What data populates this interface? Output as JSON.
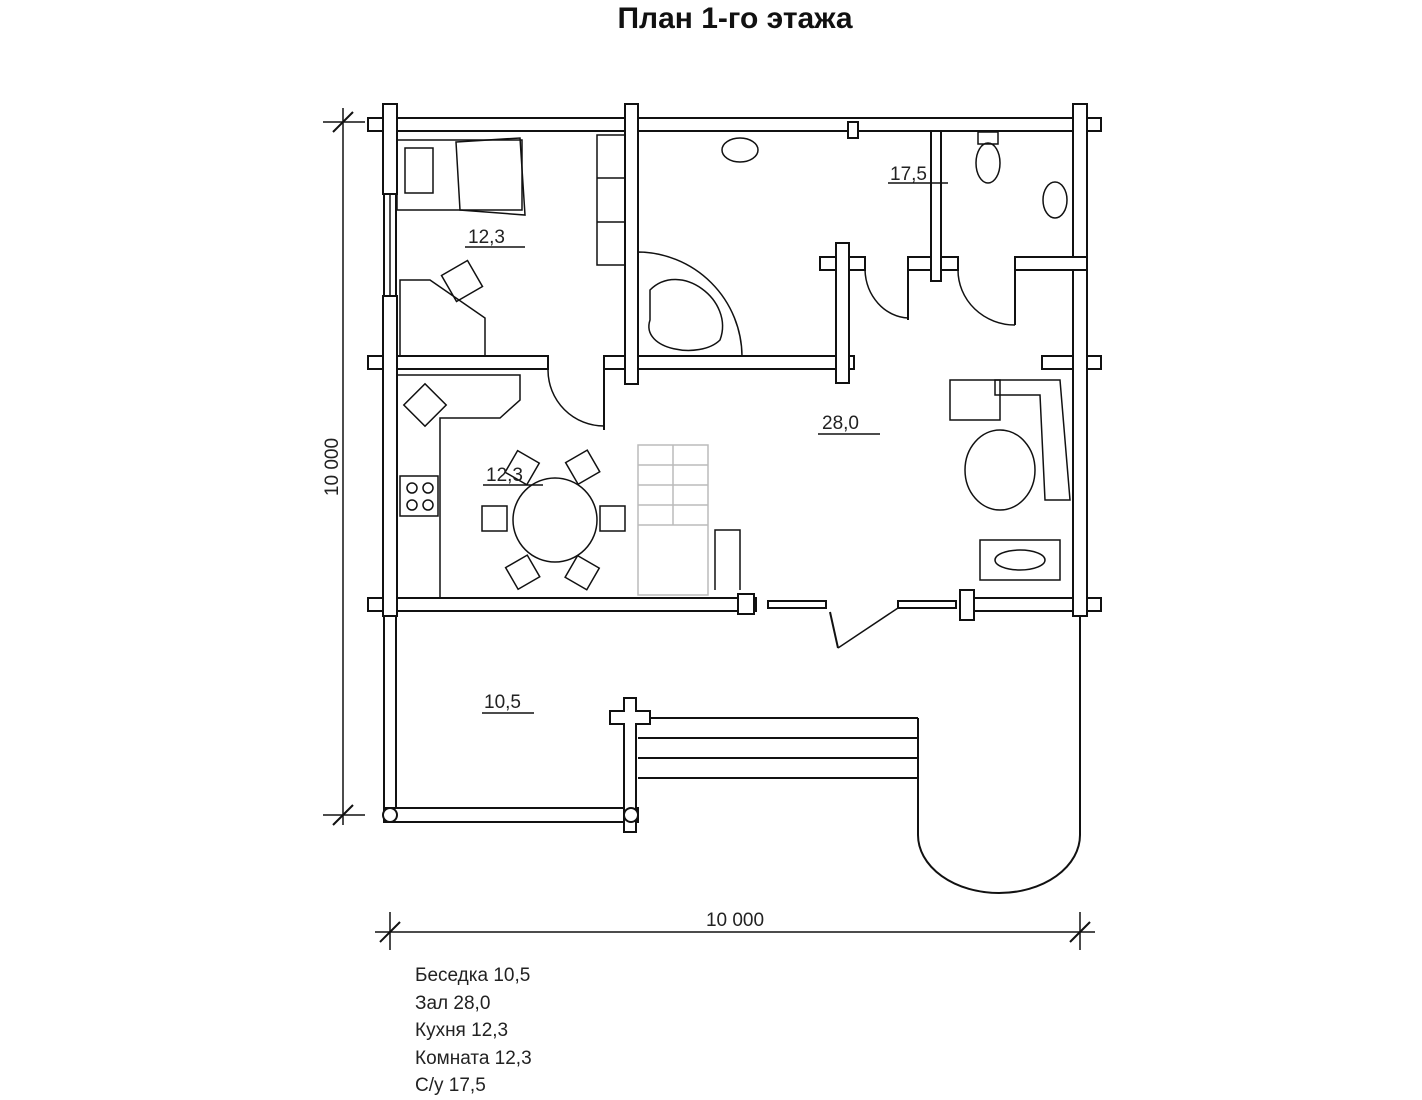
{
  "title": "План 1-го этажа",
  "rooms": {
    "komnata": "12,3",
    "su": "17,5",
    "zal": "28,0",
    "kukhnya": "12,3",
    "besedka": "10,5"
  },
  "dimensions": {
    "height": "10 000",
    "width": "10 000"
  },
  "legend": [
    "Беседка 10,5",
    "Зал 28,0",
    "Кухня 12,3",
    "Комната 12,3",
    "С/у 17,5"
  ]
}
